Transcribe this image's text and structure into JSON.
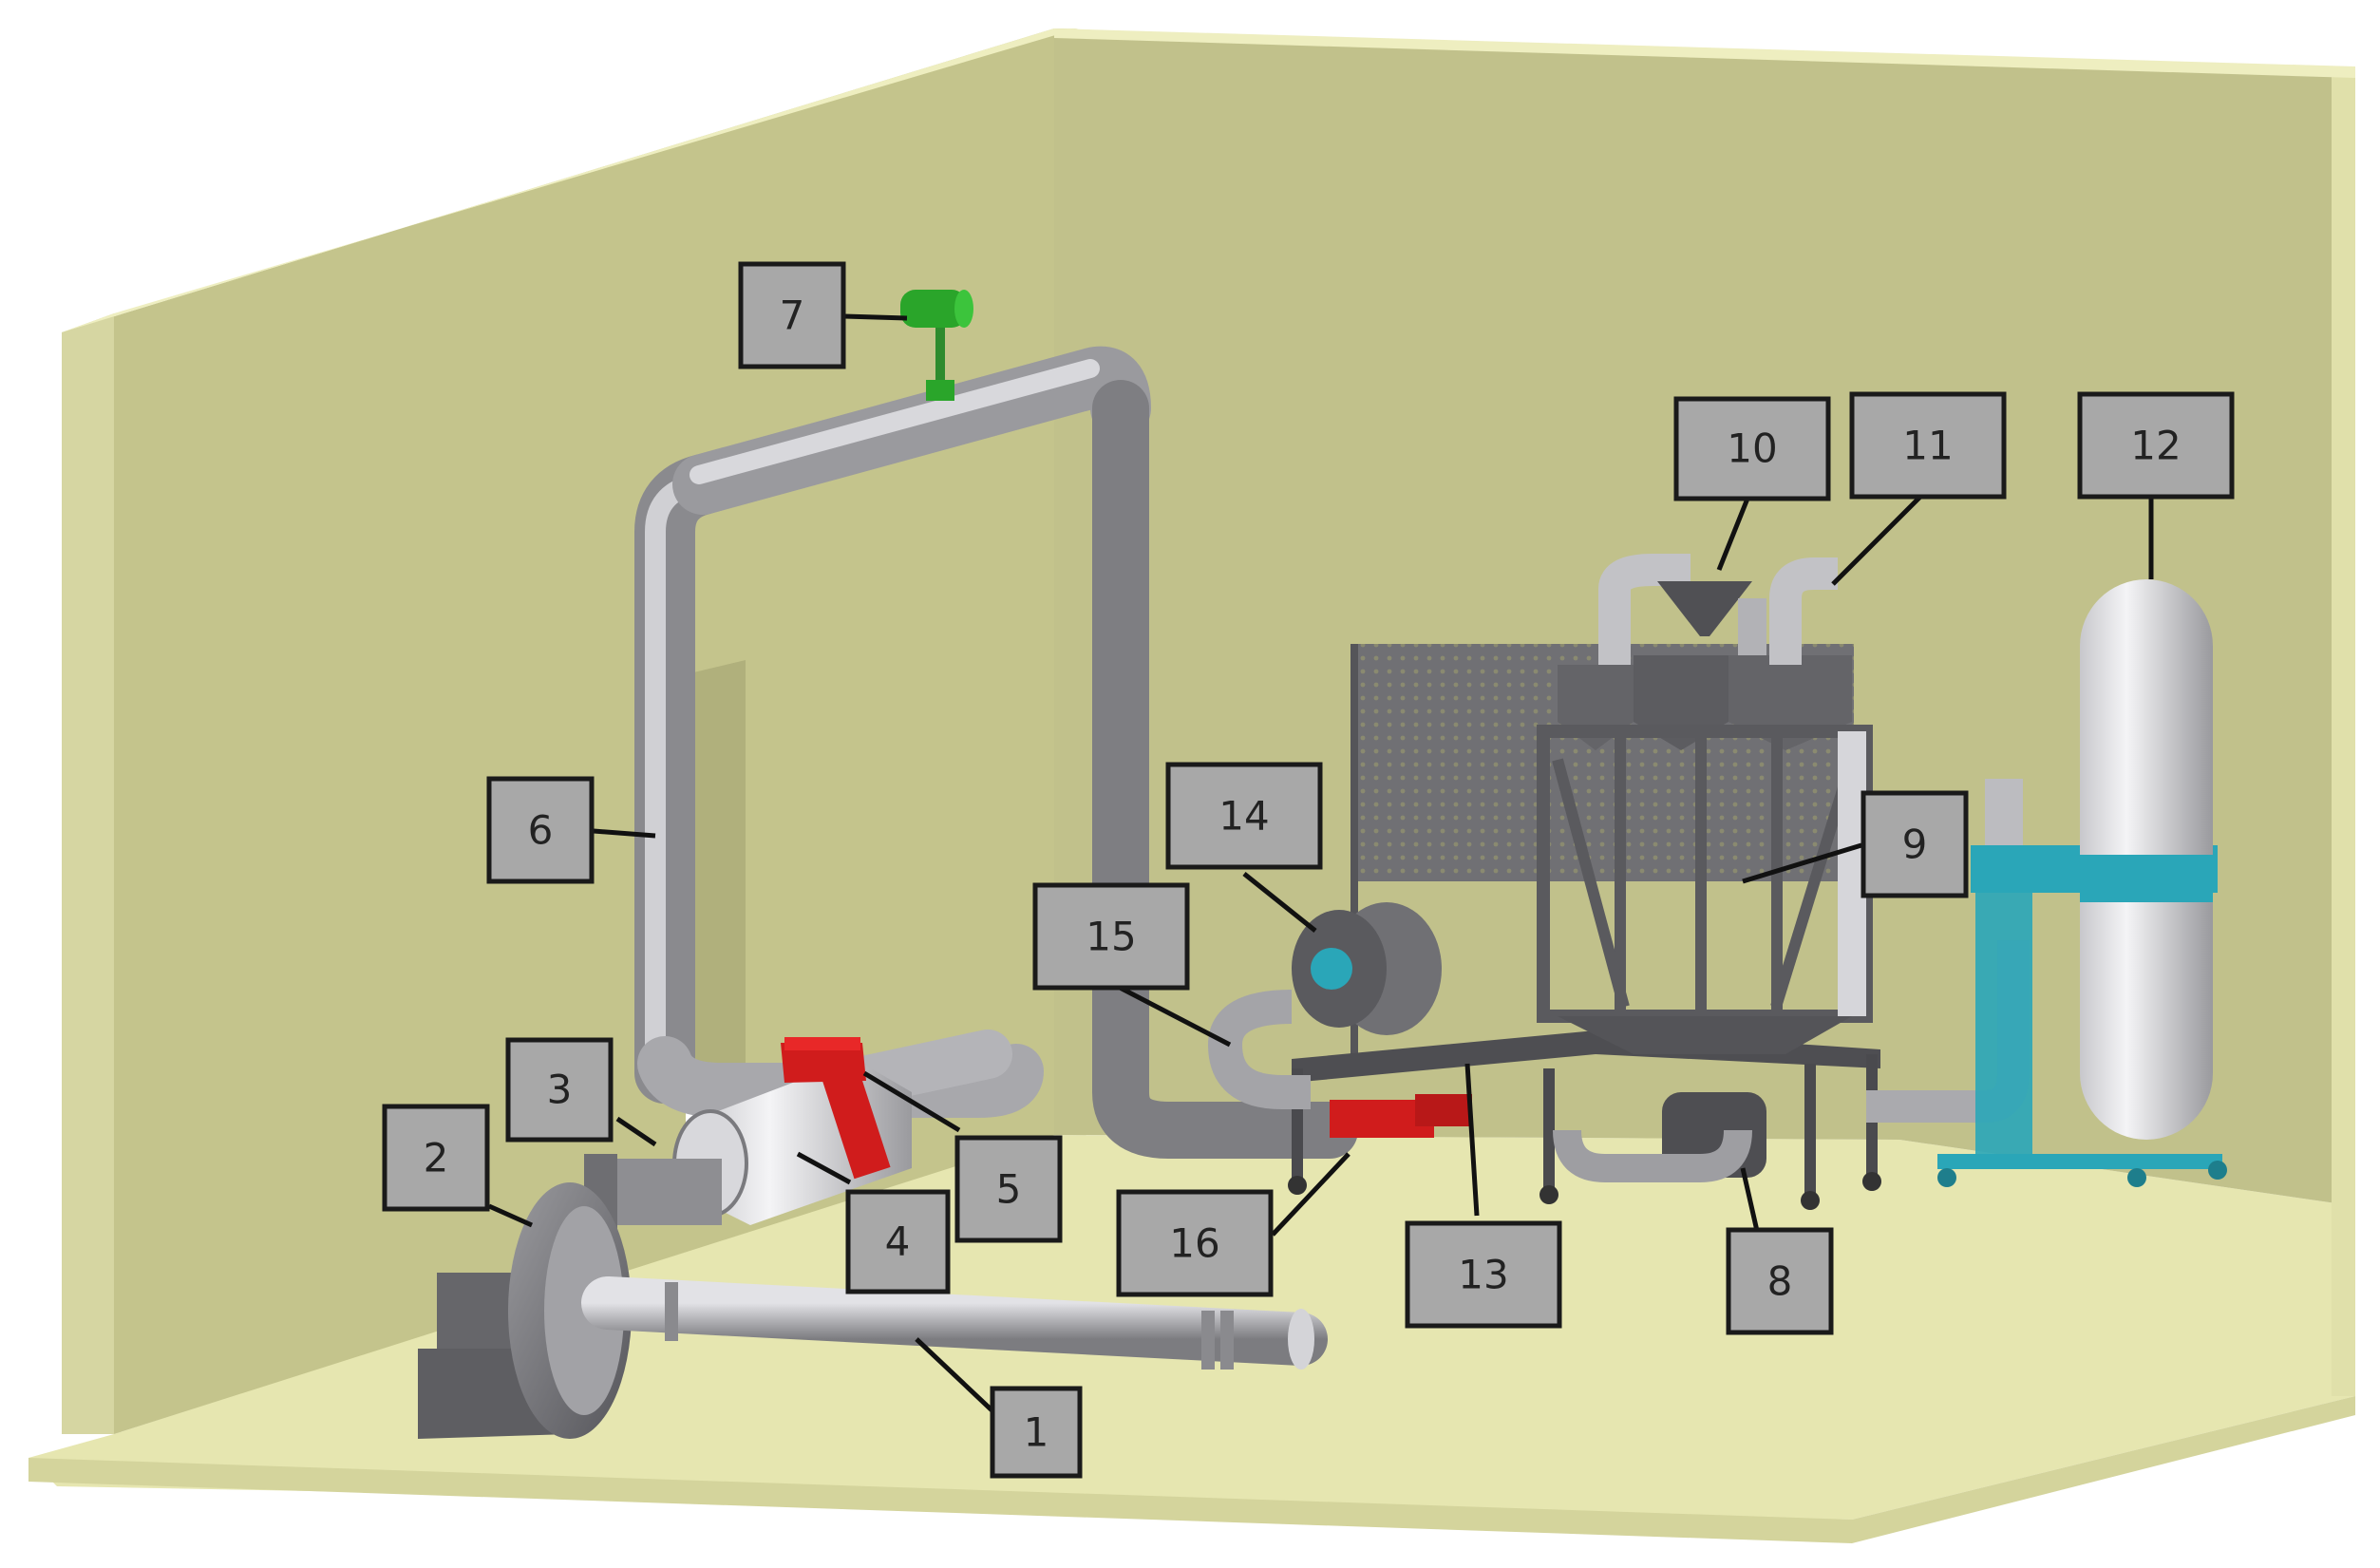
{
  "diagram": {
    "callouts": [
      {
        "id": "1",
        "label": "1"
      },
      {
        "id": "2",
        "label": "2"
      },
      {
        "id": "3",
        "label": "3"
      },
      {
        "id": "4",
        "label": "4"
      },
      {
        "id": "5",
        "label": "5"
      },
      {
        "id": "6",
        "label": "6"
      },
      {
        "id": "7",
        "label": "7"
      },
      {
        "id": "8",
        "label": "8"
      },
      {
        "id": "9",
        "label": "9"
      },
      {
        "id": "10",
        "label": "10"
      },
      {
        "id": "11",
        "label": "11"
      },
      {
        "id": "12",
        "label": "12"
      },
      {
        "id": "13",
        "label": "13"
      },
      {
        "id": "14",
        "label": "14"
      },
      {
        "id": "15",
        "label": "15"
      },
      {
        "id": "16",
        "label": "16"
      }
    ]
  },
  "colors": {
    "wall": "#c3c38e",
    "wall_side": "#d2d29c",
    "floor": "#e6e6b0",
    "wall_top": "#f2f2c6",
    "pipe": "#b9b9bd",
    "pipe_dark": "#8c8c90",
    "machine_dark": "#5a5a5e",
    "accent_red": "#d01c1c",
    "accent_green": "#2aa52a",
    "accent_teal": "#2aa6b8",
    "callout_fill": "#a8a8a8",
    "callout_border": "#1a1a1a"
  }
}
